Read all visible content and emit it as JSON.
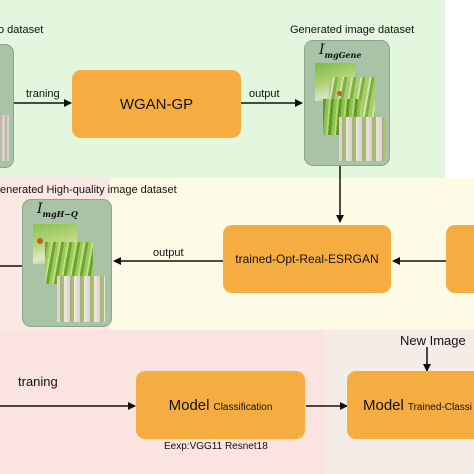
{
  "top_panel": {
    "left_title_fragment": "o dataset",
    "generated_dataset_title": "Generated image dataset",
    "img_gene_symbol": "I",
    "img_gene_subscript": "mgGene",
    "training_label": "traning",
    "output_label": "output",
    "wgan_label": "WGAN-GP"
  },
  "middle_panel": {
    "hq_dataset_title": "enerated High-quality image dataset",
    "img_hq_symbol": "I",
    "img_hq_subscript": "mgH−Q",
    "output_label": "output",
    "esrgan_label": "trained-Opt-Real-ESRGAN"
  },
  "bottom_panel": {
    "training_label": "traning",
    "model_classification_main": "Model",
    "model_classification_sub": "Classification",
    "experiment_note": "Eexp:VGG11 Resnet18",
    "new_image_label": "New Image",
    "model_trained_main": "Model",
    "model_trained_sub": "Trained-Classi"
  },
  "colors": {
    "top_panel_bg": "#e3f7de",
    "middle_panel_bg": "#fdfbe6",
    "left_pink_bg": "#fbe8e3",
    "bottom_panel_bg": "#fbe3df",
    "bottom_right_bg": "#f4ece6",
    "box_orange": "#f5ad42",
    "stack_bg": "#a8c3a6"
  }
}
